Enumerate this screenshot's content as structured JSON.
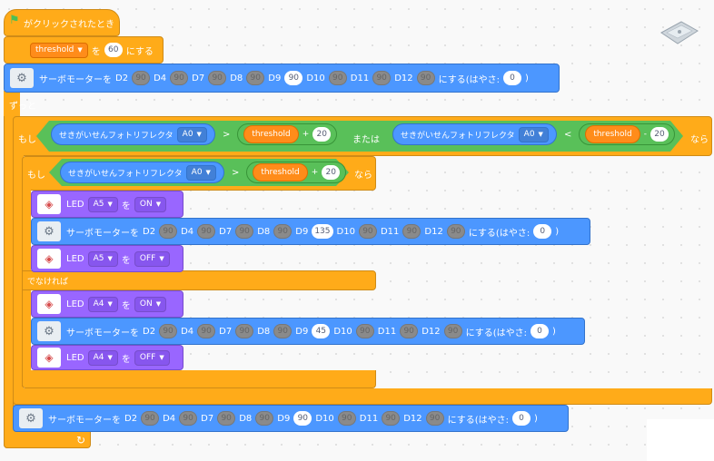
{
  "hat": {
    "label": "がクリックされたとき"
  },
  "set_var": {
    "var": "threshold",
    "to": "を",
    "value": "60",
    "suffix": "にする"
  },
  "servo": {
    "prefix": "サーボモーターを",
    "pins": [
      "D2",
      "D4",
      "D7",
      "D8",
      "D9",
      "D10",
      "D11",
      "D12"
    ],
    "suffix": "にする(はやさ:",
    "close": ")",
    "speed": "0"
  },
  "servo_init": {
    "values": [
      "90",
      "90",
      "90",
      "90",
      "90",
      "90",
      "90",
      "90"
    ]
  },
  "forever": {
    "label": "ずっと"
  },
  "if_outer": {
    "if": "もし",
    "then": "なら",
    "or": "または",
    "sensor": "せきがいせんフォトリフレクタ",
    "pin": "A0",
    "gt": ">",
    "lt": "<",
    "var": "threshold",
    "plus": "+",
    "minus": "-",
    "offset": "20"
  },
  "if_inner": {
    "if": "もし",
    "then": "なら",
    "else": "でなければ"
  },
  "led": {
    "label": "LED",
    "wo": "を"
  },
  "led1": {
    "pin": "A5",
    "state": "ON"
  },
  "servo1": {
    "values": [
      "90",
      "90",
      "90",
      "90",
      "135",
      "90",
      "90",
      "90"
    ]
  },
  "led2": {
    "pin": "A5",
    "state": "OFF"
  },
  "led3": {
    "pin": "A4",
    "state": "ON"
  },
  "servo2": {
    "values": [
      "90",
      "90",
      "90",
      "90",
      "45",
      "90",
      "90",
      "90"
    ]
  },
  "led4": {
    "pin": "A4",
    "state": "OFF"
  },
  "servo3": {
    "values": [
      "90",
      "90",
      "90",
      "90",
      "90",
      "90",
      "90",
      "90"
    ]
  },
  "colors": {
    "control": "#ffab19",
    "motion": "#4c97ff",
    "looks": "#9966ff",
    "operator": "#59c059",
    "variable": "#ff8c1a"
  }
}
